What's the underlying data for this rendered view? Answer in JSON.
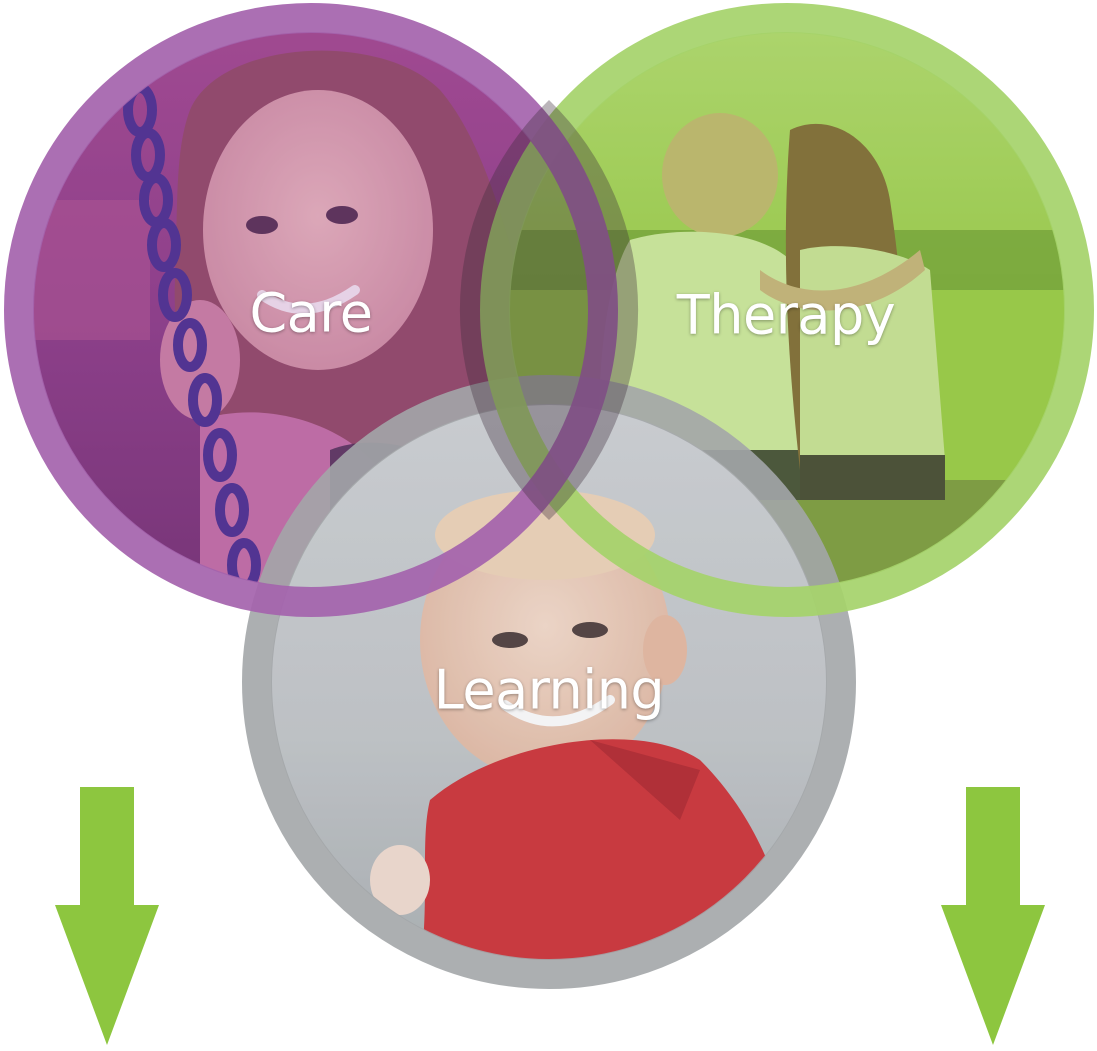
{
  "circles": {
    "care": {
      "label": "Care",
      "ring_color": "#a463ad",
      "tint_color": "#9b4c9c",
      "icon": "girl-on-swing-photo"
    },
    "therapy": {
      "label": "Therapy",
      "ring_color": "#a5d26a",
      "tint_color": "#8fc33f",
      "icon": "two-people-embracing-photo"
    },
    "learning": {
      "label": "Learning",
      "ring_color": "#a3a6a8",
      "tint_color": "#9aa0a4",
      "icon": "smiling-boy-photo"
    }
  },
  "arrows": {
    "color": "#8dc63f",
    "left_icon": "arrow-down-icon",
    "right_icon": "arrow-down-icon"
  }
}
